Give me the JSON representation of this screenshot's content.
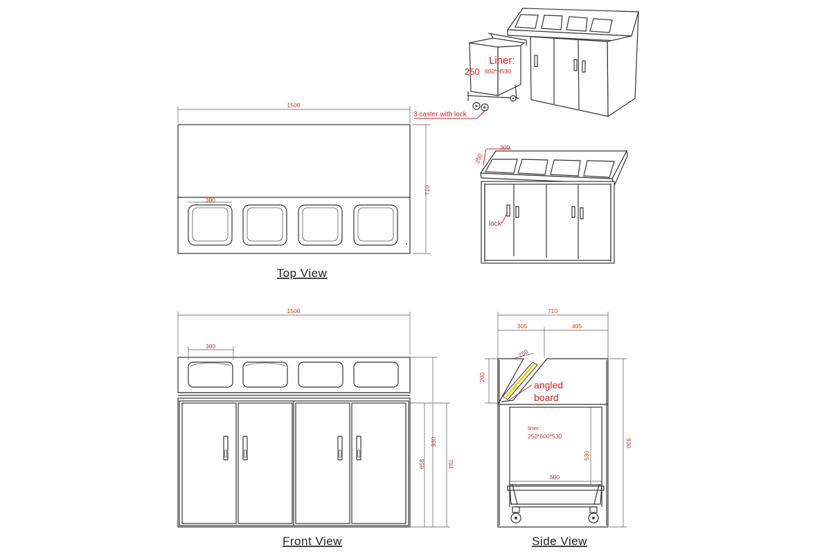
{
  "views": {
    "top": {
      "label": "Top View",
      "width": "1500",
      "depth": "710",
      "opening_width": "300"
    },
    "front": {
      "label": "Front View",
      "width": "1500",
      "opening_width": "300",
      "total_height": "930",
      "cabinet_height": "658",
      "door_height": "784"
    },
    "side": {
      "label": "Side View",
      "depth": "710",
      "top_front_depth": "305",
      "top_back_depth": "405",
      "board_dim": "250",
      "front_rise": "200",
      "liner_label": "liner:",
      "liner_size": "250*600*530",
      "liner_height": "530",
      "liner_width": "600",
      "total_height": "930",
      "angled_label_1": "angled",
      "angled_label_2": "board"
    },
    "iso_cart": {
      "liner_title": "Liner:",
      "liner_size": "600*H530",
      "liner_side": "250",
      "caster_note": "3 caster with lock"
    },
    "iso_front": {
      "opening_w": "300",
      "opening_d": "250",
      "lock_label": "lock"
    }
  }
}
